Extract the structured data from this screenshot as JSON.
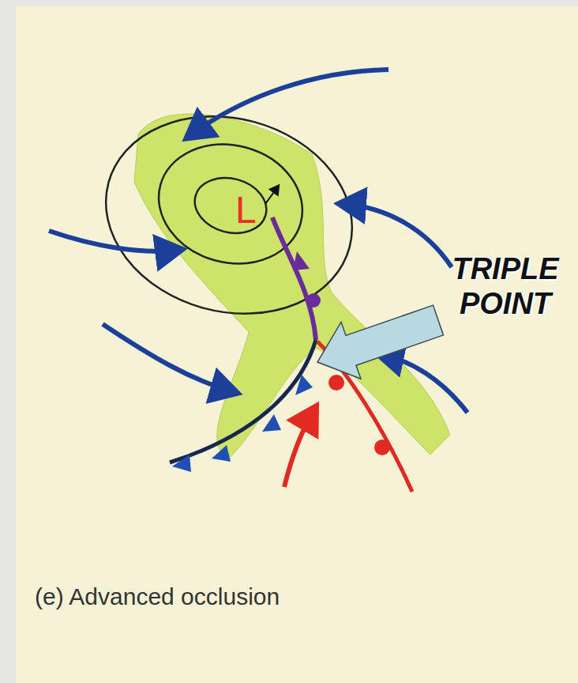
{
  "diagram": {
    "caption": "(e) Advanced occlusion",
    "labels": [
      "L",
      "TRIPLE POINT"
    ]
  }
}
